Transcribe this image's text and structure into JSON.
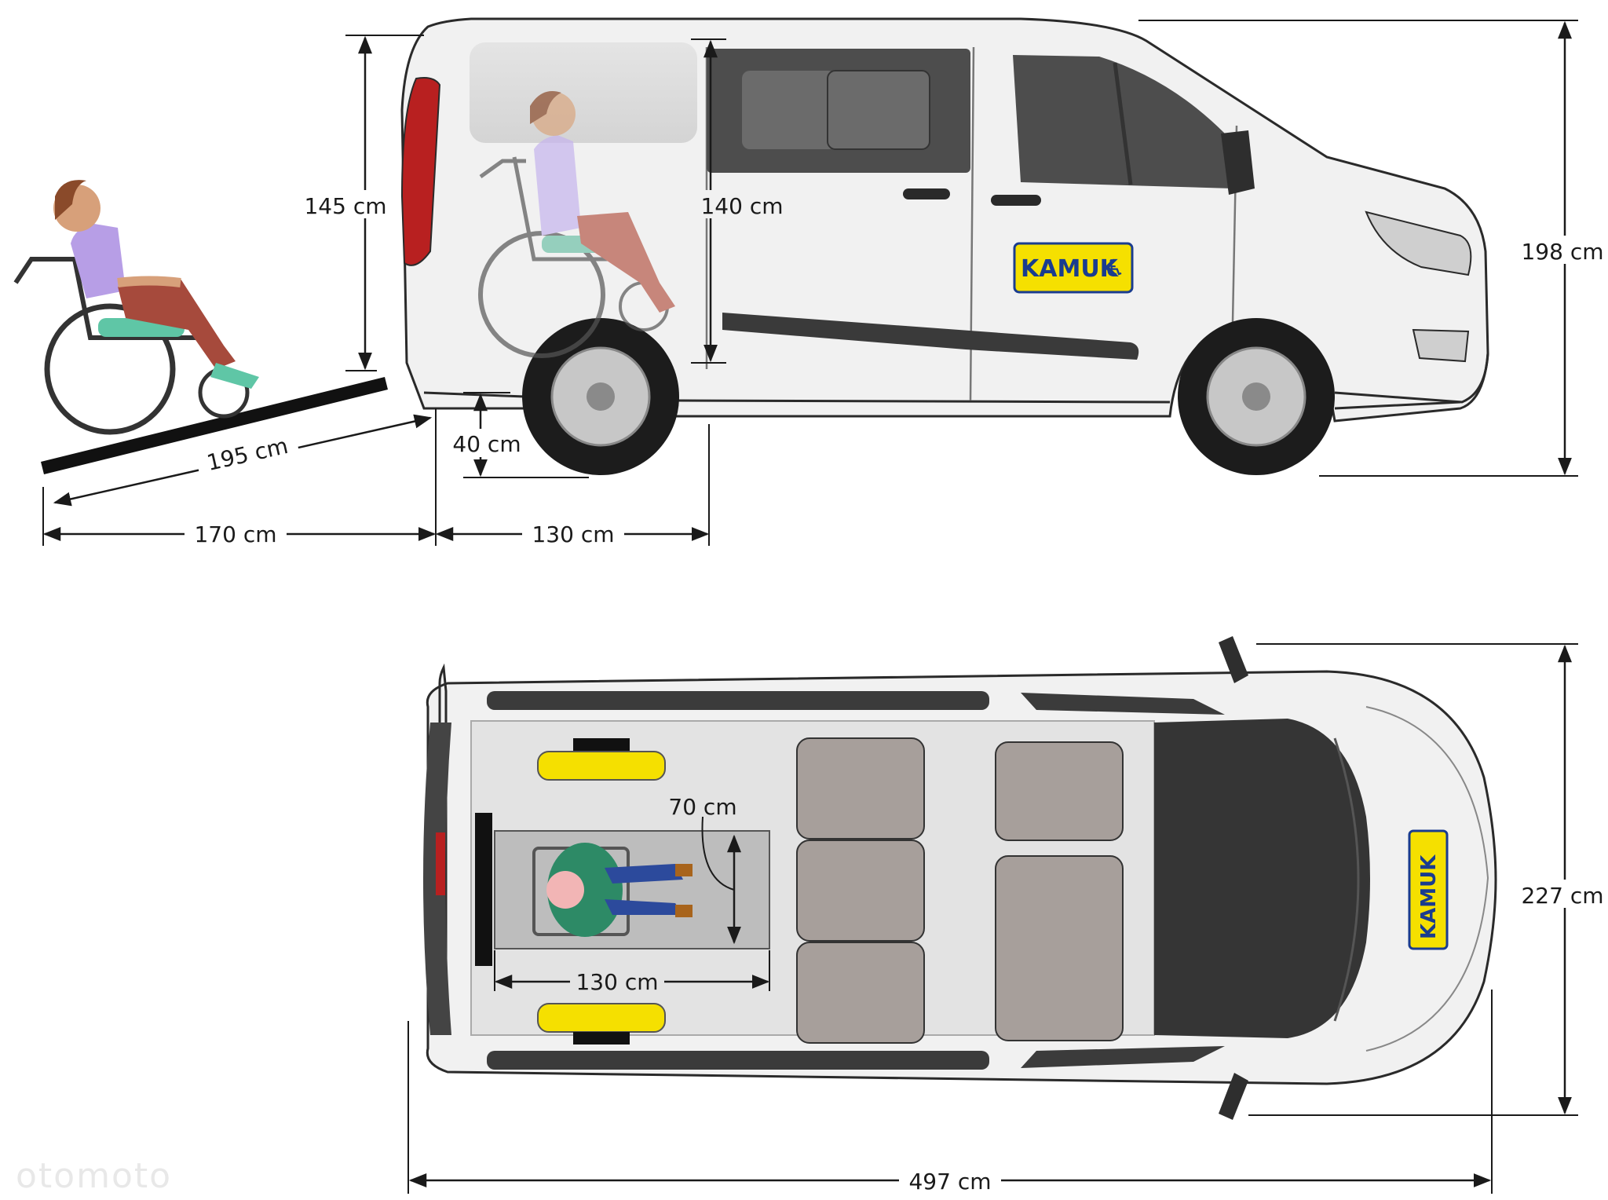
{
  "side_view": {
    "dimensions": {
      "ramp_length": "195 cm",
      "ramp_horizontal": "170 cm",
      "door_to_axle": "130 cm",
      "door_height": "145 cm",
      "interior_height": "140 cm",
      "floor_height": "40 cm",
      "total_height": "198 cm"
    },
    "logo": "KAMUK"
  },
  "top_view": {
    "dimensions": {
      "space_width": "70 cm",
      "space_length": "130 cm",
      "total_width": "227 cm",
      "total_length": "497 cm"
    },
    "logo": "KAMUK"
  },
  "watermark": "otomoto",
  "colors": {
    "body": "#f1f1f1",
    "outline": "#2a2a2a",
    "seat": "#a79f9b",
    "strap": "#f5e000",
    "logo_bg": "#f5e000",
    "logo_fg": "#1a3c8f",
    "ramp": "#111111",
    "window": "#4d4d4d"
  }
}
